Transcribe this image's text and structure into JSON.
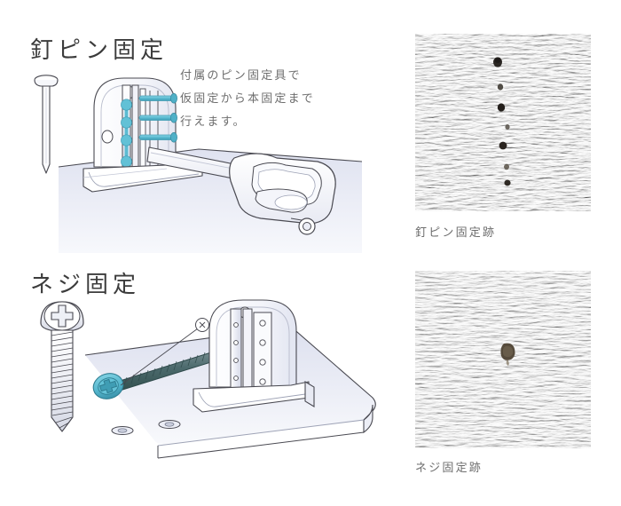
{
  "page": {
    "background_color": "#ffffff",
    "text_color": "#3c3c3c",
    "body_text_color": "#6e6e6e",
    "accent_color": "#5cbcd2",
    "line_color": "#4a4a52",
    "panel_color": "#e6e8f2"
  },
  "sections": [
    {
      "id": "nail-pin",
      "heading": "釘ピン固定",
      "description_lines": [
        "付属のピン固定具で",
        "仮固定から本固定まで",
        "行えます。"
      ],
      "illustration": {
        "name": "nail-pin-bracket-illustration",
        "parts": [
          "nail",
          "wall-bracket",
          "pin-driver-tool",
          "shelf-board"
        ],
        "pin_count": 4,
        "pin_color": "#5cbcd2"
      },
      "photo": {
        "name": "nail-pin-hole-photo",
        "caption": "釘ピン固定跡",
        "surface": "white textured stucco wall",
        "hole_count": 6,
        "hole_color": "#2e2a26"
      }
    },
    {
      "id": "screw",
      "heading": "ネジ固定",
      "description_lines": [],
      "illustration": {
        "name": "screw-bracket-illustration",
        "parts": [
          "screw",
          "wall-bracket",
          "shelf-board",
          "leader-line"
        ],
        "screw_head_color": "#5cbcd2",
        "screw_shaft_color": "#4d6b6e",
        "hole_count": 2
      },
      "photo": {
        "name": "screw-hole-photo",
        "caption": "ネジ固定跡",
        "surface": "white textured stucco wall",
        "hole_count": 1,
        "hole_color": "#5a4f40"
      }
    }
  ]
}
